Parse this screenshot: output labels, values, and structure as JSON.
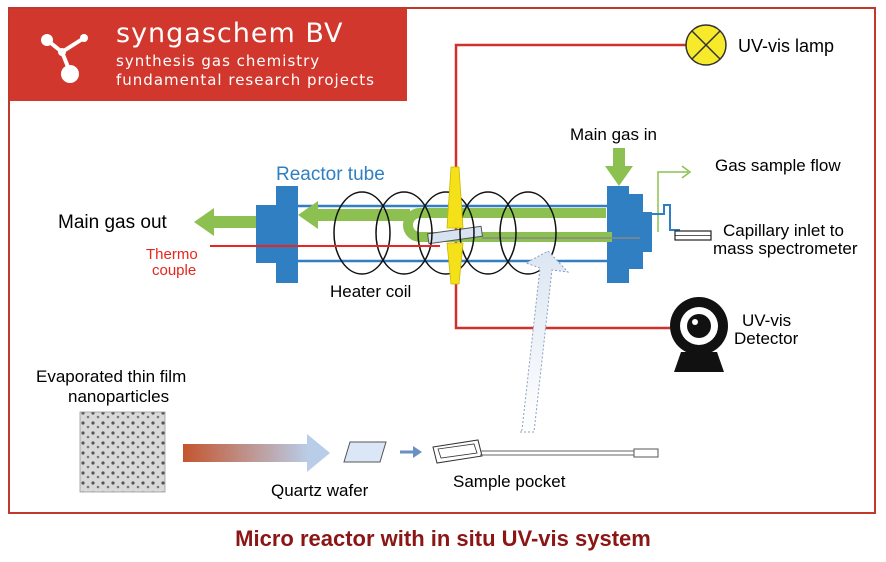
{
  "brand": {
    "name": "syngaschem BV",
    "tagline_1": "synthesis gas chemistry",
    "tagline_2": "fundamental research projects"
  },
  "labels": {
    "uv_vis_lamp": "UV-vis lamp",
    "main_gas_in": "Main gas in",
    "gas_sample_flow": "Gas sample flow",
    "reactor_tube": "Reactor tube",
    "main_gas_out": "Main gas out",
    "thermo_line1": "Thermo",
    "thermo_line2": "couple",
    "heater_coil": "Heater coil",
    "capillary_line1": "Capillary inlet to",
    "capillary_line2": "mass spectrometer",
    "detector_line1": "UV-vis",
    "detector_line2": "Detector",
    "evaporated_line1": "Evaporated thin film",
    "evaporated_line2": "nanoparticles",
    "quartz_wafer": "Quartz wafer",
    "sample_pocket": "Sample pocket"
  },
  "caption": "Micro reactor with in situ UV-vis system",
  "colors": {
    "brand_red": "#d2372d",
    "frame_red": "#c0392b",
    "reactor_blue": "#2f7fc2",
    "flow_green": "#8cc152",
    "probe_yellow": "#f5e11a",
    "caption_red": "#8b1616"
  }
}
